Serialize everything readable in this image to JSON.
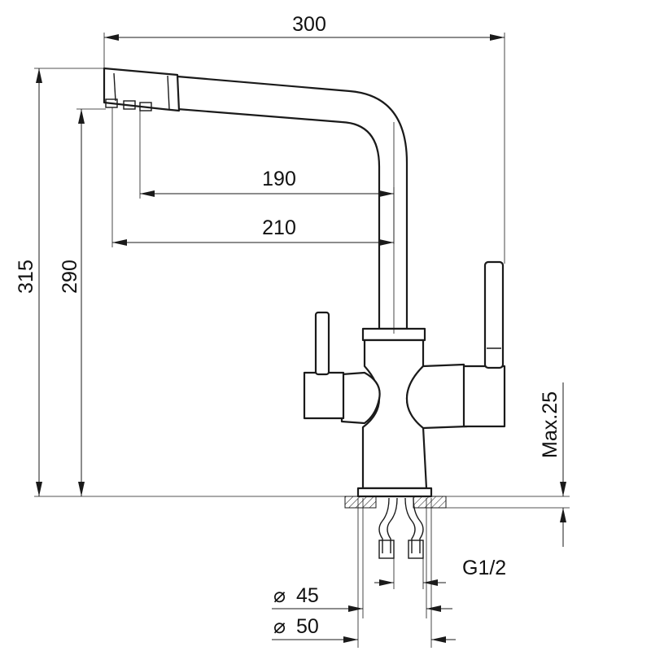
{
  "dimensions": {
    "overall_width": "300",
    "spout_reach_inner": "190",
    "spout_reach_outer": "210",
    "overall_height": "315",
    "outlet_height": "290",
    "max_deck_thickness": "Max.25",
    "thread": "G1/2",
    "base_diameter_small": "45",
    "base_diameter_large": "50",
    "diameter_symbol": "⌀"
  },
  "colors": {
    "line": "#1a1a1a",
    "background": "#ffffff"
  }
}
